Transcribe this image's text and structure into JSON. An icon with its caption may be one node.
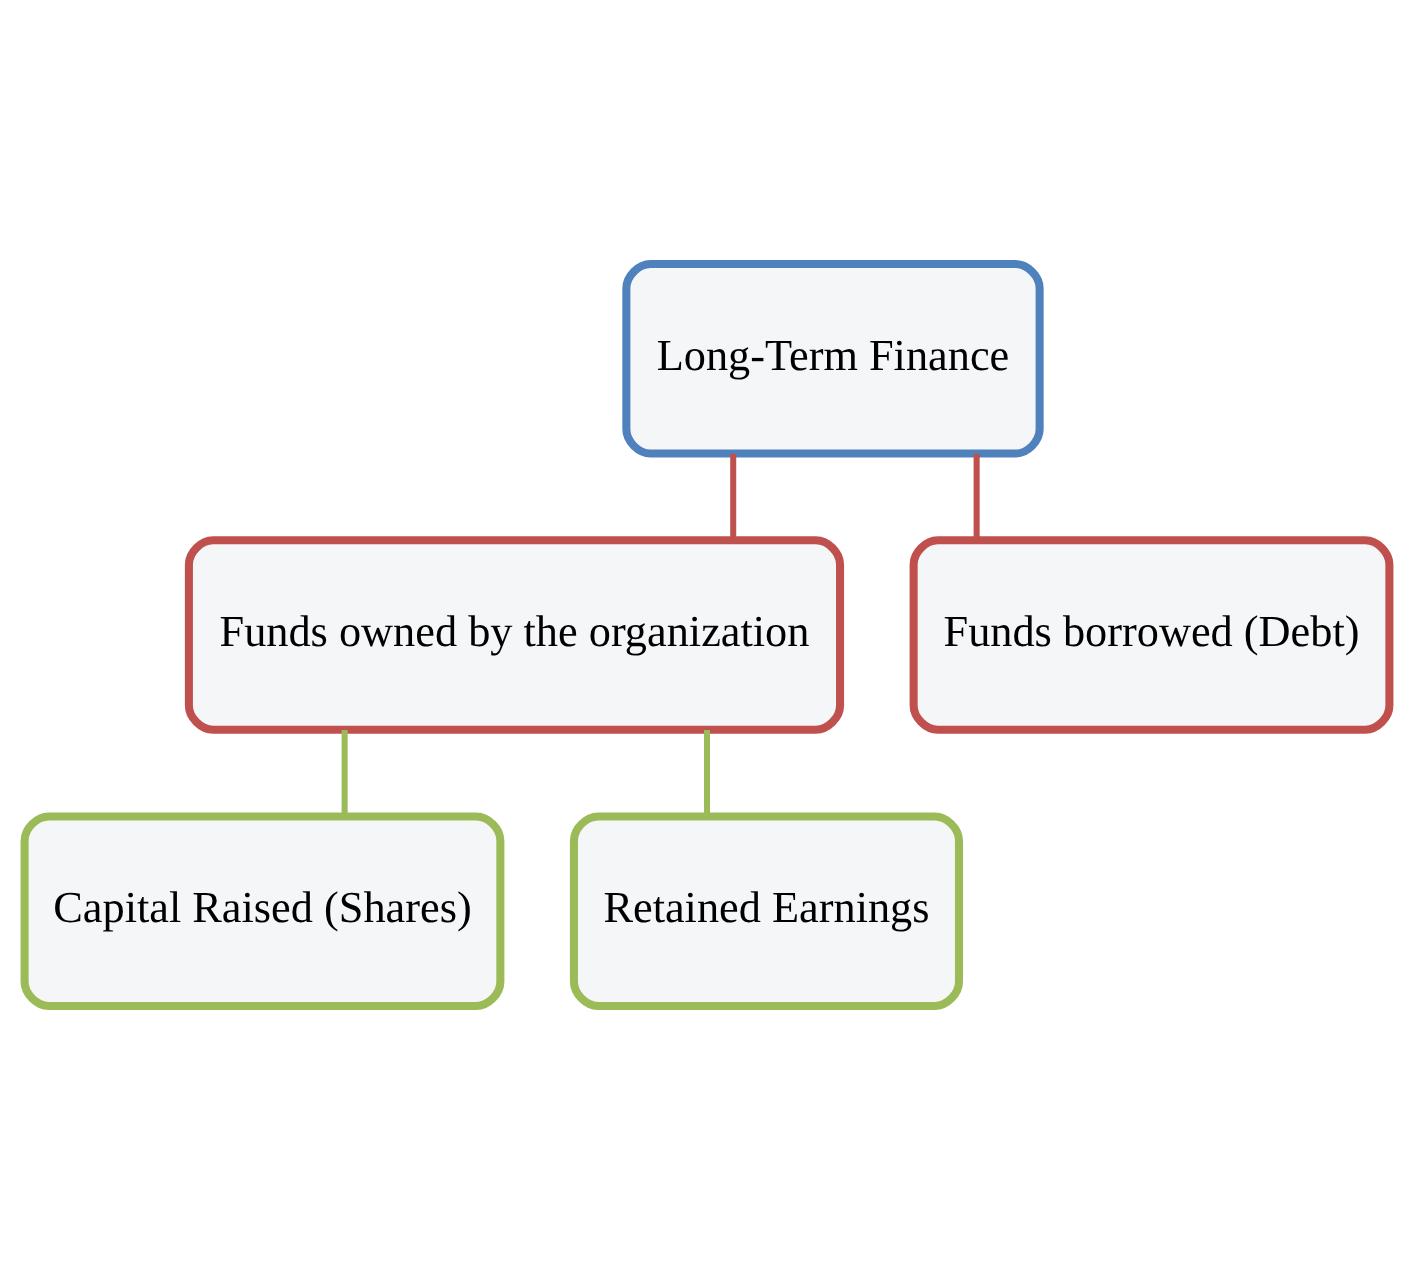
{
  "diagram": {
    "nodes": [
      {
        "text": [
          "Long-Term Finance"
        ]
      },
      {
        "text": [
          "Funds owned by the organization"
        ]
      },
      {
        "text": [
          "Funds borrowed (Debt)"
        ]
      },
      {
        "text": [
          "Capital Raised (Shares)"
        ]
      },
      {
        "text": [
          "Retained Earnings"
        ]
      }
    ],
    "edges": [
      {
        "from": 0,
        "to": 1,
        "arrow": "none",
        "color": "#c0504d"
      },
      {
        "from": 0,
        "to": 2,
        "arrow": "none",
        "color": "#c0504d"
      },
      {
        "from": 1,
        "to": 3,
        "arrow": "none",
        "color": "#9bbb59"
      },
      {
        "from": 1,
        "to": 4,
        "arrow": "none",
        "color": "#9bbb59"
      }
    ]
  }
}
